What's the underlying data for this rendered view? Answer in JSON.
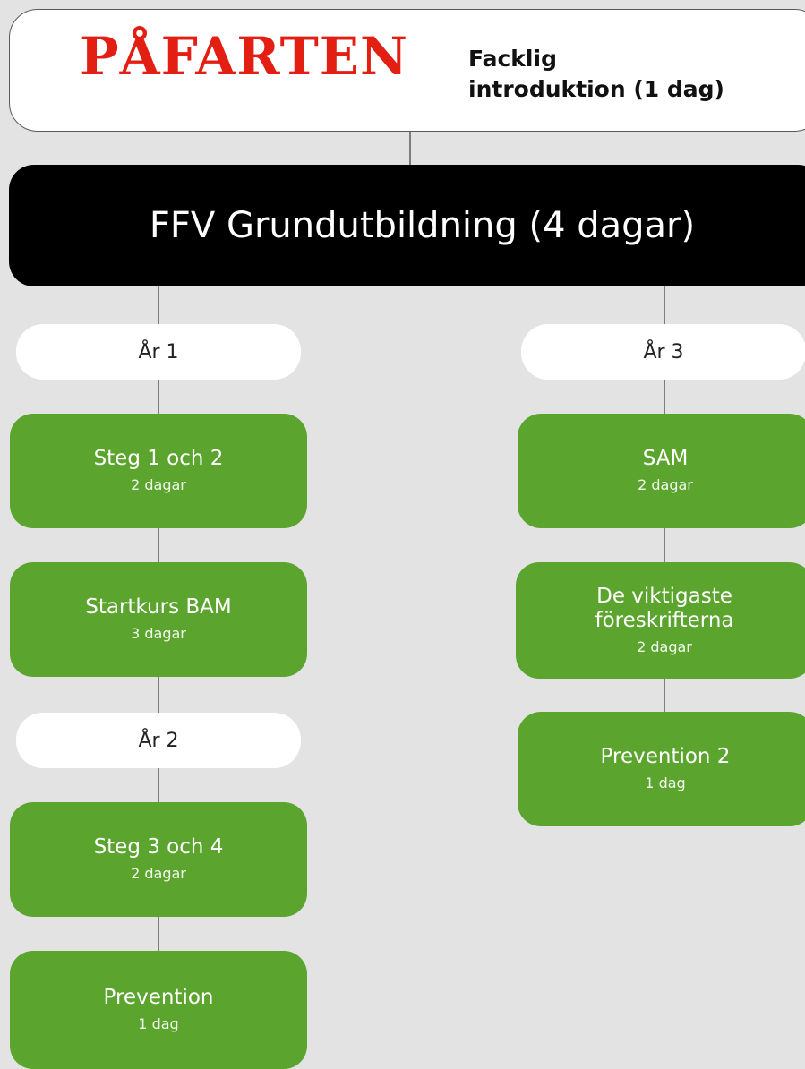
{
  "header": {
    "brand": "PÅFARTEN",
    "subtitle_line1": "Facklig",
    "subtitle_line2": "introduktion (1 dag)"
  },
  "main": {
    "title": "FFV Grundutbildning (4 dagar)"
  },
  "left": {
    "year1": "År 1",
    "year2": "År 2",
    "courses": [
      {
        "title": "Steg 1 och 2",
        "duration": "2 dagar"
      },
      {
        "title": "Startkurs BAM",
        "duration": "3 dagar"
      },
      {
        "title": "Steg 3 och 4",
        "duration": "2 dagar"
      },
      {
        "title": "Prevention",
        "duration": "1 dag"
      }
    ]
  },
  "right": {
    "year3": "År 3",
    "courses": [
      {
        "title": "SAM",
        "duration": "2 dagar"
      },
      {
        "title_line1": "De viktigaste",
        "title_line2": "föreskrifterna",
        "duration": "2 dagar"
      },
      {
        "title": "Prevention 2",
        "duration": "1 dag"
      }
    ]
  },
  "colors": {
    "background": "#e4e3e4",
    "brand_red": "#e31e13",
    "course_green": "#5ba52f",
    "main_black": "#000000",
    "connector_gray": "#7d7d7d"
  }
}
